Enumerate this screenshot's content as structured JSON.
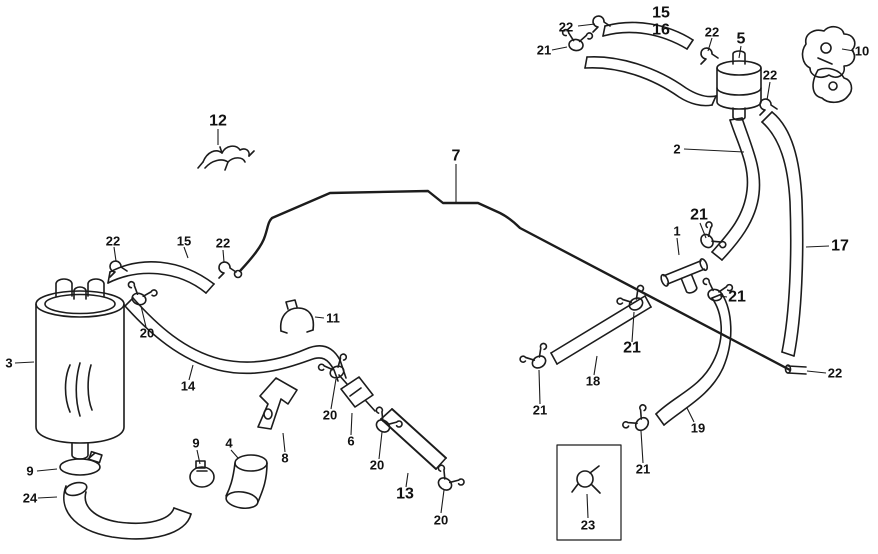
{
  "colors": {
    "background": "#ffffff",
    "line": "#1c1c1c",
    "label_text": "#111111"
  },
  "labels": [
    {
      "text": "22"
    },
    {
      "text": "15"
    },
    {
      "text": "16"
    },
    {
      "text": "22"
    },
    {
      "text": "5"
    },
    {
      "text": "10"
    },
    {
      "text": "21"
    },
    {
      "text": "22"
    },
    {
      "text": "2"
    },
    {
      "text": "12"
    },
    {
      "text": "7"
    },
    {
      "text": "21"
    },
    {
      "text": "1"
    },
    {
      "text": "17"
    },
    {
      "text": "22"
    },
    {
      "text": "15"
    },
    {
      "text": "22"
    },
    {
      "text": "21"
    },
    {
      "text": "11"
    },
    {
      "text": "20"
    },
    {
      "text": "3"
    },
    {
      "text": "21"
    },
    {
      "text": "18"
    },
    {
      "text": "22"
    },
    {
      "text": "14"
    },
    {
      "text": "20"
    },
    {
      "text": "21"
    },
    {
      "text": "6"
    },
    {
      "text": "19"
    },
    {
      "text": "8"
    },
    {
      "text": "20"
    },
    {
      "text": "9"
    },
    {
      "text": "9"
    },
    {
      "text": "4"
    },
    {
      "text": "21"
    },
    {
      "text": "13"
    },
    {
      "text": "24"
    },
    {
      "text": "20"
    },
    {
      "text": "23"
    }
  ]
}
